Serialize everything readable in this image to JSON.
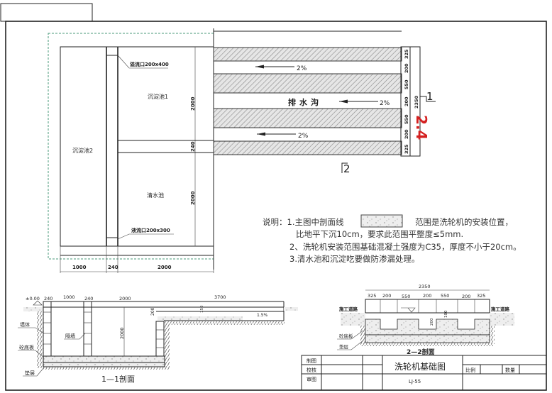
{
  "plan": {
    "overflow_outlet_top": "溢流口200x400",
    "overflow_outlet_bottom": "液流口200x300",
    "sedimentation_tank_1": "沉淀池1",
    "sedimentation_tank_2": "沉淀池2",
    "clear_water_tank": "清水池",
    "dim_tank1": "2000",
    "dim_wall": "240",
    "dim_clear": "2000",
    "bottom_dims": [
      "1000",
      "240",
      "2000"
    ],
    "drain_label": "排水沟",
    "slopes": [
      "2%",
      "2%",
      "2%"
    ],
    "right_dims": [
      "325",
      "200",
      "550",
      "200",
      "550",
      "200",
      "325"
    ],
    "right_total": "2350",
    "section_mark_1": "1",
    "section_mark_2": "2",
    "red_mark": "2.4"
  },
  "notes": {
    "line1_prefix": "说明：1.主图中剖面线",
    "line1_suffix": "范围是洗轮机的安装位置，",
    "line2": "比地平下沉10cm，要求此范围平整度≤5mm.",
    "line3": "2、洗轮机安装范围基础混凝土强度为C35，厚度不小于20cm。",
    "line4": "3.清水池和沉淀吃要做防渗漏处理。"
  },
  "section1": {
    "title": "1—1剖面",
    "level": "±0.00",
    "dims": [
      "240",
      "1000",
      "240",
      "2000",
      "3700"
    ],
    "depth": "2000",
    "dim_200": "200",
    "dim_150": "150",
    "slope": "1.5%",
    "labels": {
      "wall": "墙体",
      "partition": "隔墙",
      "slab": "砼底板",
      "cushion": "垫层"
    }
  },
  "section2": {
    "title": "2—2剖面",
    "total": "2350",
    "dims": [
      "325",
      "200",
      "550",
      "200",
      "550",
      "200",
      "325"
    ],
    "dim_200": "200",
    "dim_100": "100",
    "road_left": "施工道路",
    "road_right": "施工道路",
    "labels": {
      "slab": "砼底板",
      "cushion": "垫层"
    }
  },
  "title_block": {
    "drawn": "制图",
    "checked": "校核",
    "approved": "审图",
    "title": "洗轮机基础图",
    "code": "LJ-55",
    "scale_label": "比例",
    "quantity_label": "数量"
  },
  "colors": {
    "guide": "#4a9a7a",
    "red_mark": "#d42020"
  }
}
